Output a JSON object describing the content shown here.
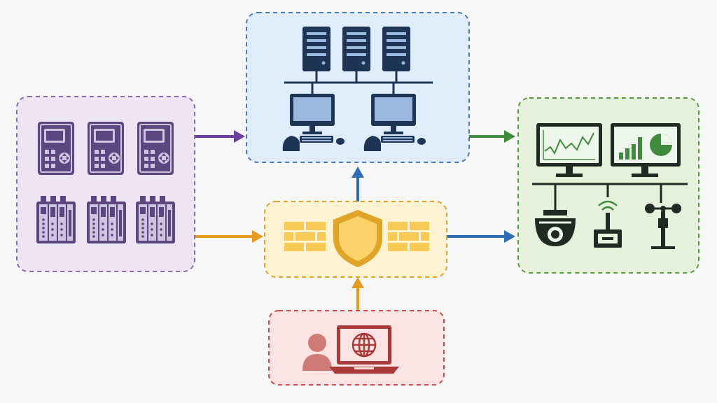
{
  "colors": {
    "background": "#f7f7f8",
    "field_devices": {
      "fill": "#ede5f4",
      "stroke": "#8a6aa8",
      "icon": "#5b4680",
      "icon_light": "#cfc4e0"
    },
    "control_center": {
      "fill": "#dfecf9",
      "stroke": "#4a7bb8",
      "icon": "#1f3556",
      "screen": "#9bb8dd"
    },
    "firewall": {
      "fill": "#fdf3d2",
      "stroke": "#e0a528",
      "brick": "#f7c957",
      "icon": "#e0a528",
      "shield": "#fbd36a"
    },
    "remote_access": {
      "fill": "#fbe3e3",
      "stroke": "#c94a4a",
      "icon": "#a83a3a",
      "person": "#d07a78"
    },
    "monitoring": {
      "fill": "#e6f1dc",
      "stroke": "#5a9a3e",
      "icon": "#1f2a22",
      "accent": "#3f8a3c",
      "screen": "#eef5ea"
    },
    "arrows": {
      "purple": "#6b3fa0",
      "orange": "#e39a1d",
      "green": "#3f8a3c",
      "blue": "#2f6db5"
    }
  },
  "groups": [
    {
      "id": "field-devices",
      "icons": [
        "controller-panel-icon",
        "io-module-icon"
      ]
    },
    {
      "id": "control-center",
      "icons": [
        "server-icon",
        "workstation-icon"
      ]
    },
    {
      "id": "firewall",
      "icons": [
        "brick-wall-icon",
        "shield-icon"
      ]
    },
    {
      "id": "remote-access",
      "icons": [
        "person-icon",
        "laptop-icon",
        "globe-icon"
      ]
    },
    {
      "id": "monitoring",
      "icons": [
        "line-chart-monitor-icon",
        "dashboard-monitor-icon",
        "dome-camera-icon",
        "wireless-sensor-icon",
        "anemometer-icon"
      ]
    }
  ],
  "connections": [
    {
      "from": "field-devices",
      "to": "control-center",
      "color": "purple"
    },
    {
      "from": "field-devices",
      "to": "firewall",
      "color": "orange"
    },
    {
      "from": "firewall",
      "to": "control-center",
      "color": "blue"
    },
    {
      "from": "remote-access",
      "to": "firewall",
      "color": "orange"
    },
    {
      "from": "control-center",
      "to": "monitoring",
      "color": "green"
    },
    {
      "from": "firewall",
      "to": "monitoring",
      "color": "blue"
    }
  ]
}
